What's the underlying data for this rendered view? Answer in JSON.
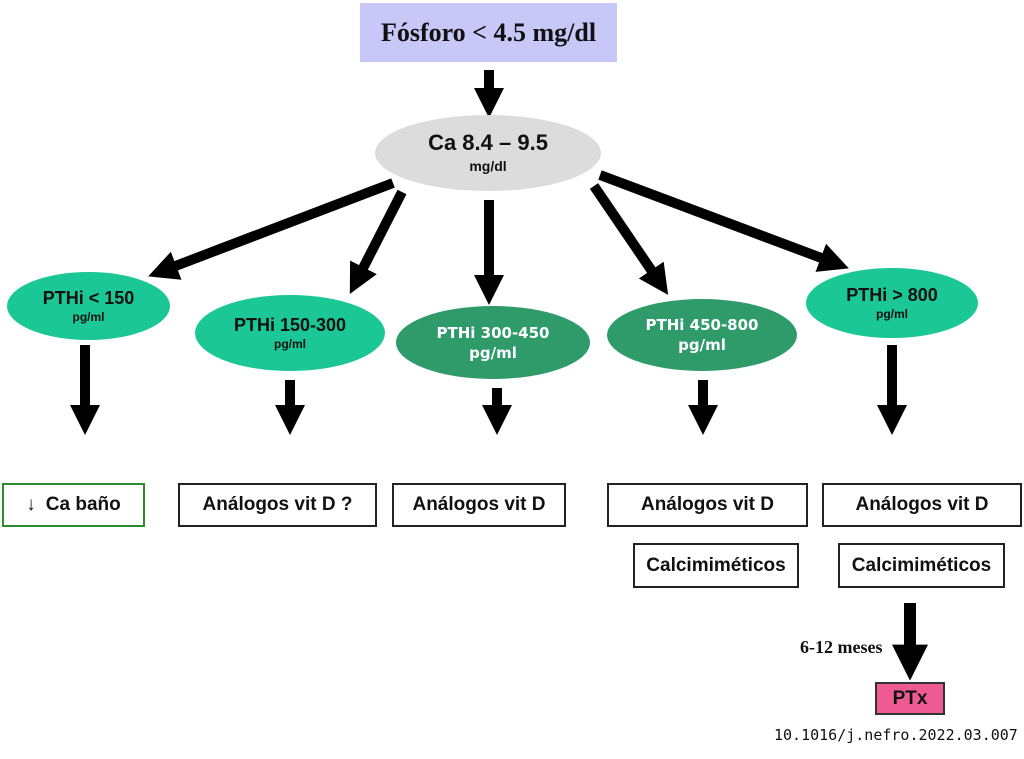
{
  "top": {
    "label": "Fósforo < 4.5 mg/dl",
    "color": "#c8c8f8"
  },
  "calcium": {
    "line1": "Ca 8.4 – 9.5",
    "line2": "mg/dl",
    "color": "#dcdcdc"
  },
  "pth_nodes": [
    {
      "line1": "PTHi < 150",
      "line2": "pg/ml",
      "color": "#1bc795"
    },
    {
      "line1": "PTHi  150-300",
      "line2": "pg/ml",
      "color": "#1bc795"
    },
    {
      "line1": "PTHi 300-450",
      "line2": "pg/ml",
      "color": "#2f9a6a"
    },
    {
      "line1": "PTHi 450-800",
      "line2": "pg/ml",
      "color": "#2f9a6a"
    },
    {
      "line1": "PTHi  > 800",
      "line2": "pg/ml",
      "color": "#1bc795"
    }
  ],
  "treatments": [
    {
      "label": "Ca baño",
      "icon": "down-arrow-icon",
      "glyph": "↓"
    },
    {
      "label": "Análogos vit D  ?"
    },
    {
      "label": "Análogos vit D"
    },
    {
      "label": "Análogos vit D"
    },
    {
      "label": "Análogos vit D"
    }
  ],
  "secondary": [
    {
      "label": "Calcimiméticos"
    },
    {
      "label": "Calcimiméticos"
    }
  ],
  "escalation": {
    "duration": "6-12 meses",
    "label": "PTx",
    "color": "#ee5b93"
  },
  "doi": "10.1016/j.nefro.2022.03.007"
}
